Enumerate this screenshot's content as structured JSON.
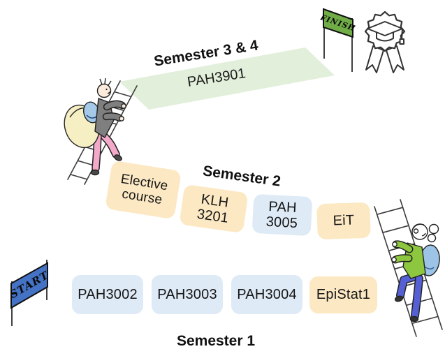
{
  "diagram": {
    "start_banner": "START",
    "finish_banner": "FINISH",
    "semester1": {
      "title": "Semester 1",
      "courses": [
        {
          "code": "PAH3002",
          "type": "core"
        },
        {
          "code": "PAH3003",
          "type": "core"
        },
        {
          "code": "PAH3004",
          "type": "core"
        },
        {
          "code": "EpiStat1",
          "type": "elective"
        }
      ]
    },
    "semester2": {
      "title": "Semester 2",
      "courses": [
        {
          "code": "Elective\ncourse",
          "type": "elective"
        },
        {
          "code": "KLH\n3201",
          "type": "elective"
        },
        {
          "code": "PAH\n3005",
          "type": "core"
        },
        {
          "code": "EiT",
          "type": "elective"
        }
      ]
    },
    "semester34": {
      "title": "Semester 3 & 4",
      "course": "PAH3901"
    }
  },
  "icons": {
    "award": "graduation-rosette-badge",
    "hiker_left": "backpacker-climbing-ladder",
    "hiker_right": "student-climbing-ladder"
  },
  "colors": {
    "core_tile": "#DEEAF6",
    "elective_tile": "#FCE9C4",
    "thesis_band": "#E2EFDA",
    "start_banner": "#4472C4",
    "finish_banner": "#70AD47"
  }
}
